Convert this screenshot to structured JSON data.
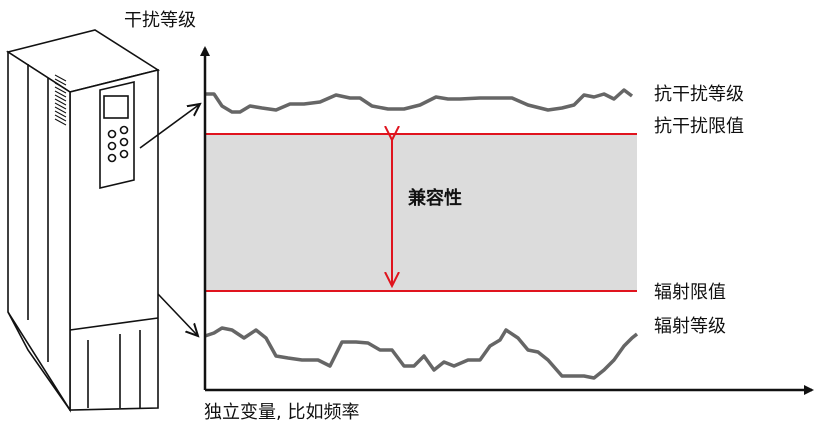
{
  "diagram": {
    "y_axis_label": "干扰等级",
    "x_axis_label": "独立变量, 比如频率",
    "upper_curve_label": "抗干扰等级",
    "upper_limit_label": "抗干扰限值",
    "lower_limit_label": "辐射限值",
    "lower_curve_label": "辐射等级",
    "band_label": "兼容性",
    "colors": {
      "band_fill": "#dcdcdc",
      "limit_line": "#e0141e",
      "curve": "#666666",
      "axis": "#111111"
    },
    "icons": {
      "device": "frequency-converter-drive-icon"
    }
  }
}
